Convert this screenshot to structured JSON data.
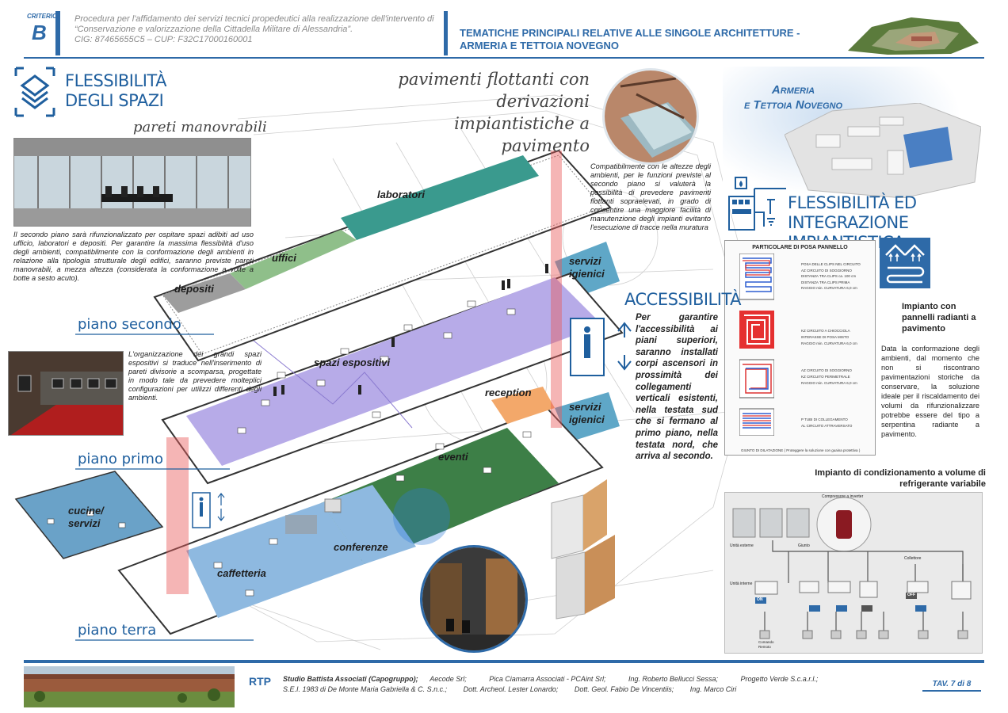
{
  "header": {
    "criterio": "CRITERIO",
    "criterio_letter": "B",
    "procedure_line1": "Procedura per l'affidamento dei servizi tecnici propedeutici alla realizzazione dell'intervento di",
    "procedure_line2": "“Conservazione e valorizzazione della Cittadella Militare di Alessandria”.",
    "procedure_line3": "CIG: 87465655C5 – CUP: F32C17000160001",
    "title_line1": "TEMATICHE PRINCIPALI RELATIVE ALLE SINGOLE ARCHITETTURE -",
    "title_line2": "ARMERIA E TETTOIA NOVEGNO"
  },
  "flex_spazi": {
    "title_line1": "FLESSIBILITÀ",
    "title_line2": "DEGLI SPAZI",
    "subtitle": "pareti manovrabili",
    "text": "Il secondo piano sarà rifunzionalizzato per ospitare spazi adibiti ad uso ufficio, laboratori e depositi. Per garantire la massima flessibilità d'uso degli ambienti, compatibilmente con la conformazione degli ambienti in relazione alla tipologia strutturale degli edifici, saranno previste pareti manovrabili, a mezza altezza (considerata la conformazione a volte a botte a sesto acuto)."
  },
  "expo_text": "L'organizzazione dei grandi spazi espositivi si traduce nell'inserimento di pareti divisorie a scomparsa, progettate in modo tale da prevedere molteplici configurazioni per utilizzi differenti degli ambienti.",
  "pavimenti": {
    "title_line1": "pavimenti flottanti con derivazioni",
    "title_line2": "impiantistiche a pavimento",
    "text": "Compatibilmente con le altezze degli ambienti, per le funzioni previste al secondo piano si valuterà la possibilità di prevedere pavimenti flottanti sopraelevati, in grado di consentire una maggiore facilità di manutenzione degli impianti evitanto l'esecuzione di tracce nella muratura"
  },
  "armeria": {
    "line1": "Armeria",
    "line2": "e Tettoia Novegno"
  },
  "flex_impianti": {
    "title_line1": "FLESSIBILITÀ ED",
    "title_line2": "INTEGRAZIONE IMPIANTISTICA"
  },
  "accessibilita": {
    "title": "ACCESSIBILITÀ",
    "text": "Per garantire l'accessibilità ai piani superiori, saranno installati corpi ascensori in prossimità dei collegamenti verticali esistenti, nella testata sud che si fermano al primo piano, nella testata nord, che arriva al secondo."
  },
  "floors": {
    "secondo": "piano secondo",
    "primo": "piano primo",
    "terra": "piano terra"
  },
  "rooms": {
    "laboratori": "laboratori",
    "uffici": "uffici",
    "depositi": "depositi",
    "servizi_igienici_1": "servizi igienici",
    "spazi_espositivi": "spazi espositivi",
    "reception": "reception",
    "servizi_igienici_2": "servizi igienici",
    "eventi": "eventi",
    "cucine_servizi": "cucine/ servizi",
    "conferenze": "conferenze",
    "caffetteria": "caffetteria"
  },
  "pannello": {
    "title": "PARTICOLARE DI POSA PANNELLO",
    "rows": [
      {
        "lines": [
          "POSA DELLE CLIPS NEL CIRCUITO",
          "AZ CIRCUITO DI SOGGIORNO",
          "DISTANZA TRA CLIPS ca. 100 cm",
          "DISTANZA TRA CLIPS PRIMA",
          "RAGGIO min. CURVATURA 6,0 cm"
        ]
      },
      {
        "lines": [
          "KZ CIRCUITO A CHIOCCIOLA",
          "INTERASSE DI POSA MISTO",
          "RAGGIO min. CURVATURA 6,0 cm"
        ]
      },
      {
        "lines": [
          "AZ CIRCUITO DI SOGGIORNO",
          "KZ CIRCUITO PERIMETRALE",
          "RAGGIO min. CURVATURA 6,0 cm"
        ]
      },
      {
        "lines": [
          "P TUBI DI COLLEGAMENTO",
          "AL CIRCUITO ATTRAVERSATO"
        ]
      }
    ],
    "footnote": "GIUNTO DI DILATAZIONE ( Proteggere la soluzione con guaina protettiva )"
  },
  "radianti": {
    "title": "Impianto con pannelli radianti a pavimento",
    "text": "Data la conformazione degli ambienti, dal momento che non si riscontrano pavimentazioni storiche da conservare, la soluzione ideale per il riscaldamento dei volumi da rifunzionalizzare potrebbe essere del tipo a serpentina radiante a pavimento."
  },
  "vrf": {
    "title_line1": "Impianto di condizionamento a volume di",
    "title_line2": "refrigerante variabile",
    "labels": {
      "compressore": "Compressore a inverter",
      "esterne": "Unità esterne",
      "giunto": "Giunto",
      "collettore": "Collettore",
      "interne": "Unità interne",
      "comando": "Comando Remoto",
      "on": "ON",
      "off": "OFF"
    }
  },
  "footer": {
    "rtp": "RTP",
    "line1": [
      "Studio Battista Associati (Capogruppo);",
      "Aecode Srl;",
      "Pica Ciamarra Associati - PCAint Srl;",
      "Ing. Roberto Bellucci Sessa;",
      "Progetto Verde S.c.a.r.l.;"
    ],
    "line2": [
      "S.E.I. 1983 di De Monte Maria Gabriella & C. S.n.c.;",
      "Dott. Archeol. Lester Lonardo;",
      "Dott. Geol. Fabio De Vincentiis;",
      "Ing. Marco Ciri"
    ],
    "tav": "TAV. 7 di 8"
  }
}
